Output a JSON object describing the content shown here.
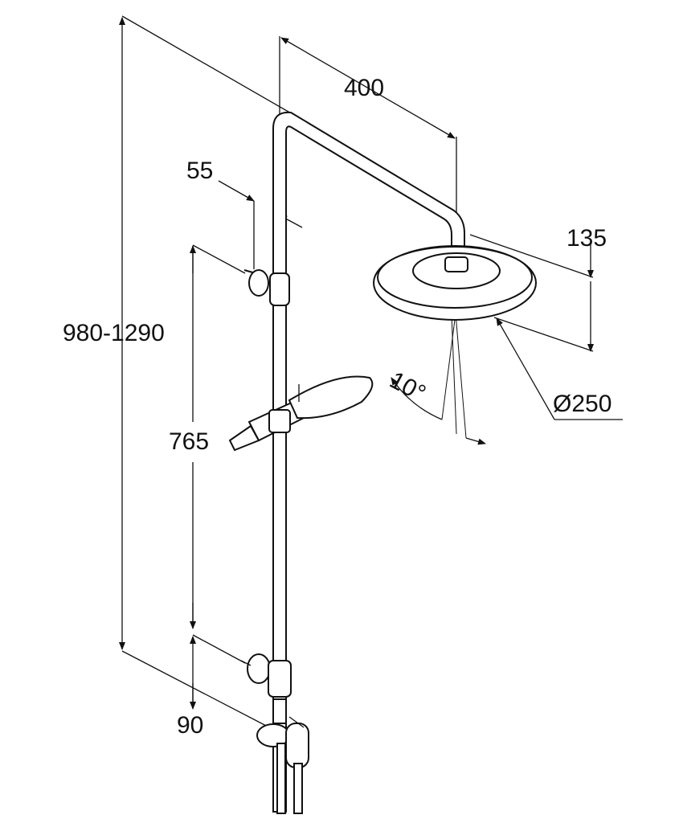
{
  "title": "Shower column dimension drawing",
  "dimensions": {
    "arm_reach": "400",
    "wall_offset": "55",
    "head_height": "135",
    "total_height": "980-1290",
    "bracket_spacing": "765",
    "tilt_angle": "10°",
    "head_diameter": "Ø250",
    "lower_offset": "90"
  }
}
